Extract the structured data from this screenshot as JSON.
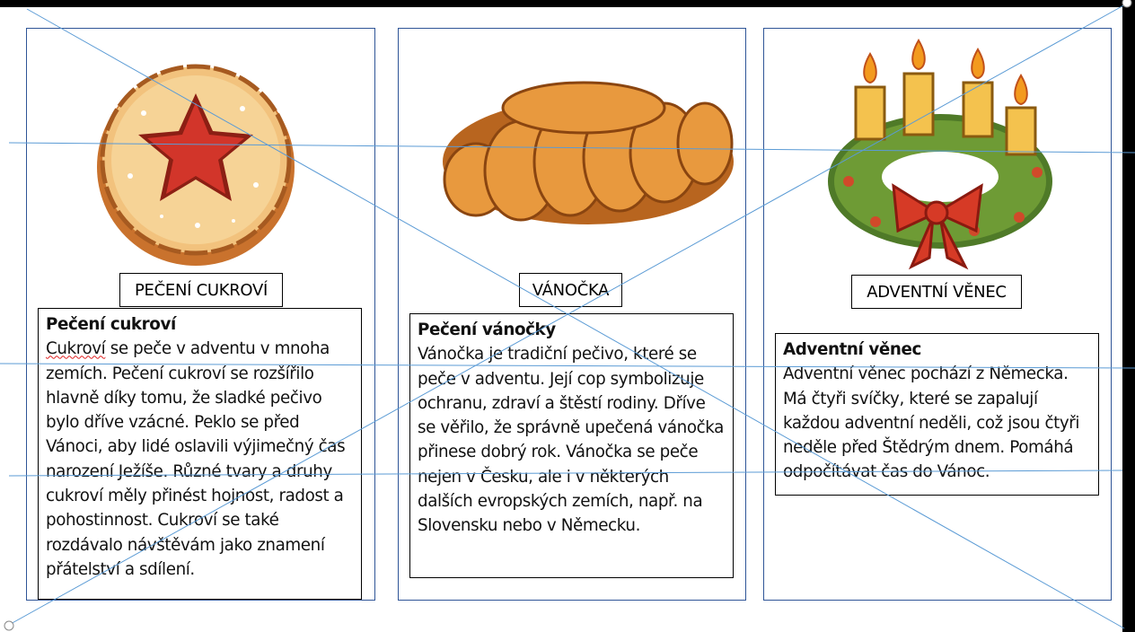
{
  "panels": [
    {
      "title": "PEČENÍ CUKROVÍ",
      "heading": "Pečení cukroví",
      "first_word": "Cukroví",
      "body": " se peče v adventu v mnoha zemích. Pečení cukroví se rozšířilo hlavně díky tomu, že sladké pečivo bylo dříve vzácné. Peklo se před Vánoci, aby lidé oslavili výjimečný čas narození Ježíše. Různé tvary a druhy cukroví měly přinést hojnost, radost a pohostinnost. Cukroví se také rozdávalo návštěvám jako znamení přátelství a sdílení.",
      "image": "linzer-cookie-illustration"
    },
    {
      "title": "VÁNOČKA",
      "heading": "Pečení vánočky",
      "body": "Vánočka je tradiční pečivo, které se peče v adventu. Její cop symbolizuje ochranu, zdraví a štěstí rodiny. Dříve se věřilo, že správně upečená vánočka přinese dobrý rok. Vánočka se peče nejen v Česku, ale i v některých dalších evropských zemích, např. na Slovensku nebo v Německu.",
      "image": "braided-bread-illustration"
    },
    {
      "title": "ADVENTNÍ VĚNEC",
      "heading": "Adventní věnec",
      "body": "Adventní věnec pochází z Německa. Má čtyři svíčky, které se zapalují každou adventní neděli, což jsou čtyři neděle před Štědrým dnem. Pomáhá odpočítávat čas do Vánoc.",
      "image": "advent-wreath-illustration"
    }
  ],
  "colors": {
    "panel_border": "#2f5597",
    "guide_line": "#5b9bd5"
  }
}
